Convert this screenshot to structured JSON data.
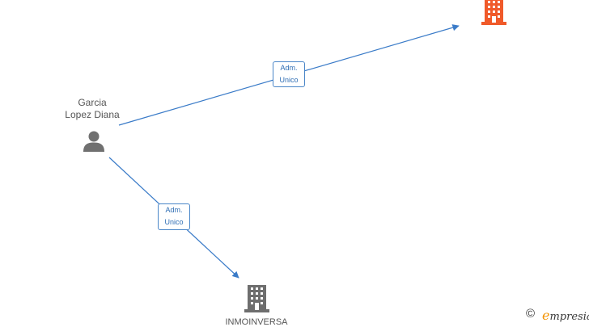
{
  "person": {
    "name_line1": "Garcia",
    "name_line2": "Lopez Diana",
    "icon": "person-icon"
  },
  "companies": [
    {
      "name": "",
      "icon": "building-icon",
      "color": "#f05a2a"
    },
    {
      "name": "INMOINVERSA",
      "icon": "building-icon",
      "color": "#6e6e6e"
    }
  ],
  "relations": [
    {
      "line1": "Adm.",
      "line2": "Unico",
      "to": "company-0"
    },
    {
      "line1": "Adm.",
      "line2": "Unico",
      "to": "company-1"
    }
  ],
  "colors": {
    "edge": "#3a7bc8",
    "label_border": "#4a86c8",
    "label_text": "#2e6db4"
  },
  "footer": {
    "copyright_symbol": "©",
    "brand_first": "e",
    "brand_rest": "mpresia"
  }
}
